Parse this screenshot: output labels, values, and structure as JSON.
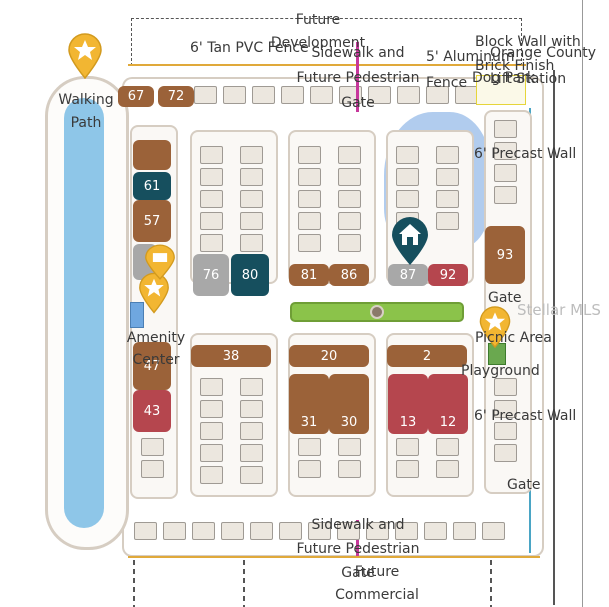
{
  "labels": {
    "future_development": "Future\nDevelopment",
    "tan_fence": "6' Tan PVC Fence",
    "sidewalk_top": "Sidewalk and\nFuture Pedestrian\nGate",
    "aluminum_fence": "5' Aluminum\nFence",
    "block_wall": "Block Wall with\nBrick Finish",
    "orange_county": "Orange County\nLift Station",
    "dog_park": "Dog Park",
    "walking_path": "Walking\nPath",
    "precast_top": "6' Precast Wall",
    "gate_right": "Gate",
    "stellar_mls": "Stellar MLS",
    "amenity_center": "Amenity\nCenter",
    "picnic_area": "Picnic Area",
    "playground": "Playground",
    "precast_bottom": "6' Precast Wall",
    "gate_bottom_right": "Gate",
    "sidewalk_bottom": "Sidewalk and\nFuture Pedestrian\nGate",
    "future_commercial": "Future\nCommercial"
  },
  "units": {
    "u67": "67",
    "u72": "72",
    "u61": "61",
    "u57": "57",
    "u76": "76",
    "u80": "80",
    "u81": "81",
    "u86": "86",
    "u87": "87",
    "u92": "92",
    "u93": "93",
    "u38": "38",
    "u20": "20",
    "u2": "2",
    "u47": "47",
    "u43": "43",
    "u31": "31",
    "u30": "30",
    "u13": "13",
    "u12": "12"
  },
  "colors": {
    "brown": "#9b6239",
    "teal": "#164f5e",
    "gray": "#a8a8a8",
    "red": "#b5464e",
    "pond": "#a9c6ec",
    "path": "#8ec6e8",
    "green": "#8bc34a",
    "marker": "#f2b632"
  },
  "icons": [
    "star-marker-icon",
    "house-marker-icon",
    "fountain-icon"
  ]
}
